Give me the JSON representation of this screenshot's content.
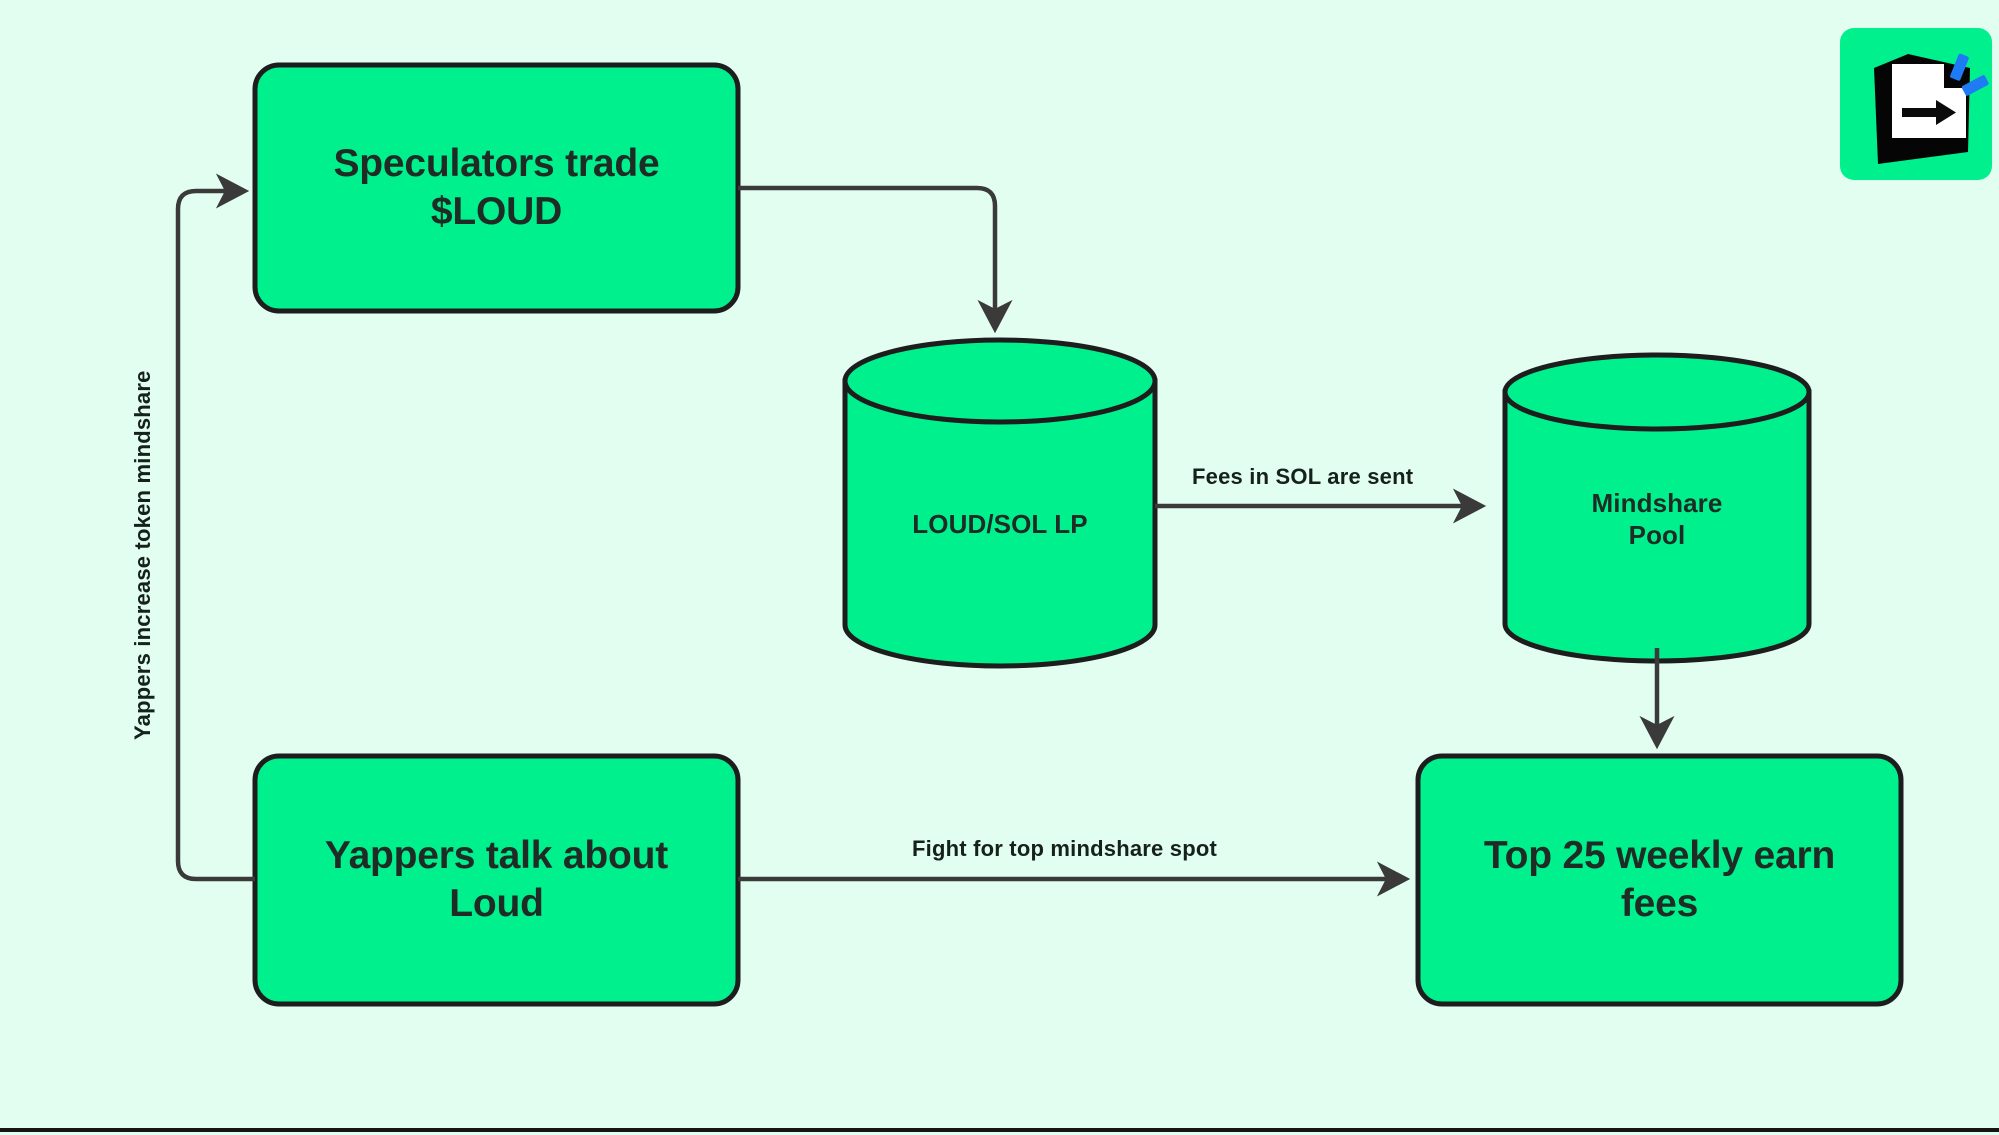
{
  "diagram": {
    "type": "flowchart",
    "background_color": "#e2fef1",
    "node_fill_color": "#00f08d",
    "stroke_color": "#2b2b2b",
    "text_color": "#1f2b25",
    "logo_accent_color": "#1f7bf4",
    "nodes": [
      {
        "id": "speculators",
        "shape": "rounded-rect",
        "label": "Speculators trade\n$LOUD",
        "line1": "Speculators trade",
        "line2": "$LOUD"
      },
      {
        "id": "loud-sol-lp",
        "shape": "cylinder",
        "label": "LOUD/SOL LP",
        "line1": "LOUD/SOL LP",
        "line2": ""
      },
      {
        "id": "mindshare-pool",
        "shape": "cylinder",
        "label": "Mindshare Pool",
        "line1": "Mindshare",
        "line2": "Pool"
      },
      {
        "id": "yappers",
        "shape": "rounded-rect",
        "label": "Yappers talk about\nLoud",
        "line1": "Yappers talk about",
        "line2": "Loud"
      },
      {
        "id": "top25",
        "shape": "rounded-rect",
        "label": "Top 25 weekly earn\nfees",
        "line1": "Top 25 weekly earn",
        "line2": "fees"
      }
    ],
    "edges": [
      {
        "id": "edge-spec-to-lp",
        "from": "speculators",
        "to": "loud-sol-lp",
        "label": ""
      },
      {
        "id": "edge-lp-to-pool",
        "from": "loud-sol-lp",
        "to": "mindshare-pool",
        "label": "Fees in SOL are sent"
      },
      {
        "id": "edge-pool-to-top25",
        "from": "mindshare-pool",
        "to": "top25",
        "label": ""
      },
      {
        "id": "edge-yappers-to-top25",
        "from": "yappers",
        "to": "top25",
        "label": "Fight for top mindshare spot"
      },
      {
        "id": "edge-yappers-to-speculators",
        "from": "yappers",
        "to": "speculators",
        "label": "Yappers increase token mindshare"
      }
    ]
  },
  "logo": {
    "name": "excalidraw-export-logo",
    "alt": "Document with arrow logo"
  }
}
